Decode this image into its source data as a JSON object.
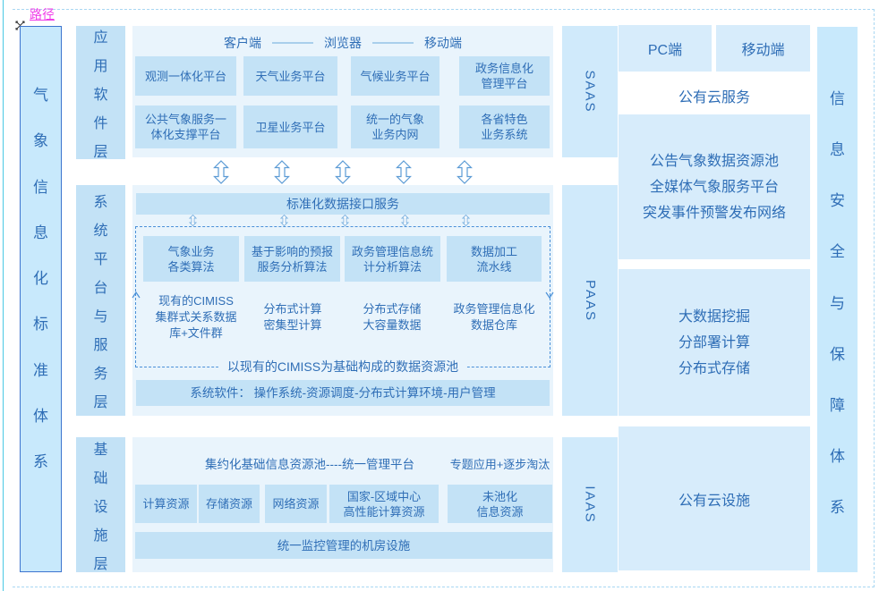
{
  "colors": {
    "accent_text": "#2f6eb6",
    "panel_bg": "#e9f4fc",
    "box_bg": "#c3e2f6",
    "light_box_bg": "#d7ecfb",
    "sidebar_bg": "#c8e9fc",
    "dashed_inner": "#4a90d8",
    "dashed_outer": "#a9d7f2",
    "path_label_color": "#f03ee8",
    "guide_line_color": "#4ac9e4",
    "left_bar_border": "#3d74cf"
  },
  "path_label": "路径",
  "left_bar": {
    "text": "气象信息化标准体系"
  },
  "right_bar": {
    "text": "信息安全与保障体系"
  },
  "app_layer": {
    "label": "应用软件层",
    "tag": "SAAS",
    "client_header": {
      "left": "客户端",
      "middle": "浏览器",
      "right": "移动端"
    },
    "row1": [
      "观测一体化平台",
      "天气业务平台",
      "气候业务平台",
      "政务信息化\n管理平台"
    ],
    "row2": [
      "公共气象服务一\n体化支撑平台",
      "卫星业务平台",
      "统一的气象\n业务内网",
      "各省特色\n业务系统"
    ]
  },
  "platform_layer": {
    "label": "系统平台与服务层",
    "tag": "PAAS",
    "api_bar": "标准化数据接口服务",
    "algorithms": [
      "气象业务\n各类算法",
      "基于影响的预报\n服务分析算法",
      "政务管理信息统\n计分析算法",
      "数据加工\n流水线"
    ],
    "resources": [
      "现有的CIMISS\n集群式关系数据\n库+文件群",
      "分布式计算\n密集型计算",
      "分布式存储\n大容量数据",
      "政务管理信息化\n数据仓库"
    ],
    "pool_label": "以现有的CIMISS为基础构成的数据资源池",
    "system_software_bar": "系统软件： 操作系统-资源调度-分布式计算环境-用户管理"
  },
  "infra_layer": {
    "label": "基础设施层",
    "tag": "IAAS",
    "pool_header": "集约化基础信息资源池----统一管理平台",
    "note": "专题应用+逐步淘汰",
    "resources": [
      "计算资源",
      "存储资源",
      "网络资源",
      "国家-区域中心\n高性能计算资源",
      "未池化\n信息资源"
    ],
    "machine_room_bar": "统一监控管理的机房设施"
  },
  "public_cloud": {
    "pc": "PC端",
    "mobile": "移动端",
    "service_title": "公有云服务",
    "service_box": "公告气象数据资源池\n全媒体气象服务平台\n突发事件预警发布网络",
    "bigdata_box": "大数据挖掘\n分部署计算\n分布式存储",
    "facility_box": "公有云设施"
  }
}
